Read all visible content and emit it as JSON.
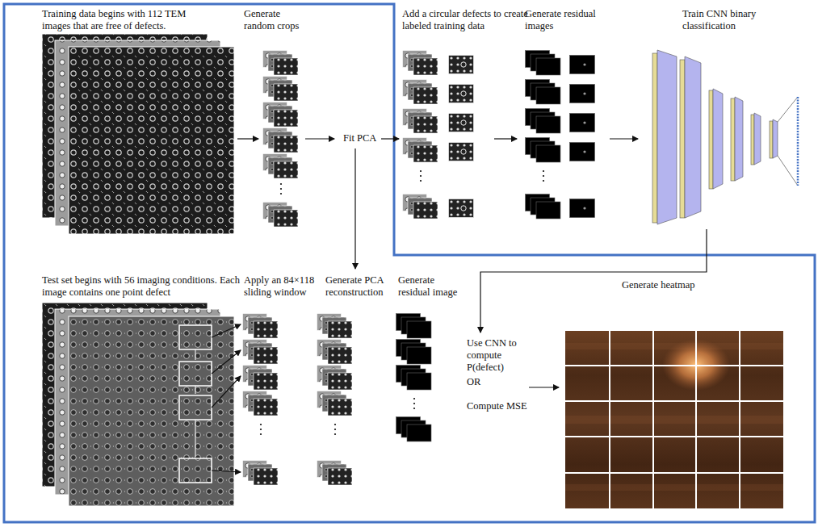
{
  "diagram": {
    "labels": [
      "Training data begins with 112 TEM images that are free of defects.",
      "Generate random crops",
      "Add a circular defects to create labeled training data",
      "Generate residual images",
      "Train CNN binary classification",
      "Fit PCA",
      "Test set begins with 56 imaging conditions. Each image contains one point defect",
      "Apply an 84×118 sliding window",
      "Generate PCA reconstruction",
      "Generate residual image",
      "Generate heatmap",
      "Use CNN to compute P(defect)",
      "OR",
      "Compute MSE"
    ]
  }
}
